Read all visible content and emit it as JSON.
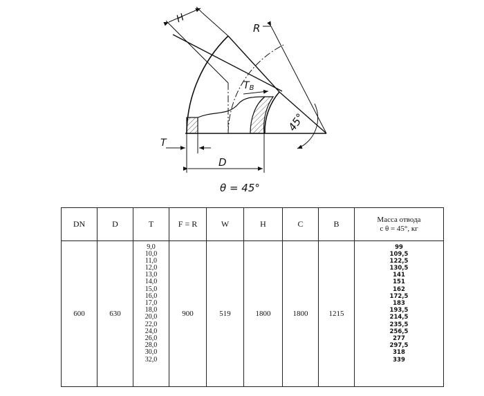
{
  "drawing": {
    "labels": {
      "h": "H",
      "r": "R",
      "tb": "T",
      "tb_sub": "B",
      "angle": "45°",
      "t": "T",
      "d": "D",
      "theta": "θ = 45°"
    }
  },
  "table": {
    "headers": {
      "dn": "DN",
      "d": "D",
      "t": "T",
      "fr": "F = R",
      "w": "W",
      "h": "H",
      "c": "C",
      "b": "B",
      "mass_line1": "Масса отвода",
      "mass_line2": "с θ = 45°, кг"
    },
    "row": {
      "dn": "600",
      "d": "630",
      "fr": "900",
      "w": "519",
      "h": "1800",
      "c": "1800",
      "b": "1215"
    },
    "thickness": [
      "9,0",
      "10,0",
      "11,0",
      "12,0",
      "13,0",
      "14,0",
      "15,0",
      "16,0",
      "17,0",
      "18,0",
      "20,0",
      "22,0",
      "24,0",
      "26,0",
      "28,0",
      "30,0",
      "32,0"
    ],
    "mass": [
      "99",
      "109,5",
      "122,5",
      "130,5",
      "141",
      "151",
      "162",
      "172,5",
      "183",
      "193,5",
      "214,5",
      "235,5",
      "256,5",
      "277",
      "297,5",
      "318",
      "339"
    ]
  }
}
